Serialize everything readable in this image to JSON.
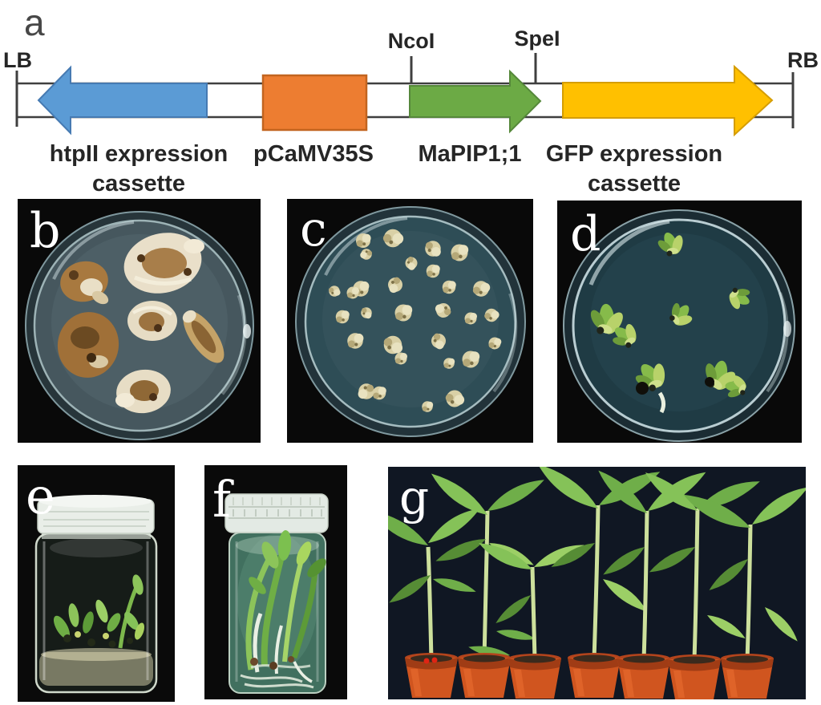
{
  "panel_a": {
    "index_label": "a",
    "left_border_label": "LB",
    "right_border_label": "RB",
    "site_ncoi": "NcoI",
    "site_spei": "SpeI",
    "cassette1_line1": "htpII expression",
    "cassette1_line2": "cassette",
    "promoter_label": "pCaMV35S",
    "gene_label": "MaPIP1;1",
    "cassette2_line1": "GFP expression",
    "cassette2_line2": "cassette",
    "colors": {
      "htpii_arrow": "#5b9bd5",
      "promoter_box": "#ed7d31",
      "gene_arrow": "#6caa45",
      "gfp_arrow": "#ffc000"
    }
  },
  "panels": {
    "b": {
      "index_label": "b"
    },
    "c": {
      "index_label": "c"
    },
    "d": {
      "index_label": "d"
    },
    "e": {
      "index_label": "e"
    },
    "f": {
      "index_label": "f"
    },
    "g": {
      "index_label": "g"
    }
  }
}
